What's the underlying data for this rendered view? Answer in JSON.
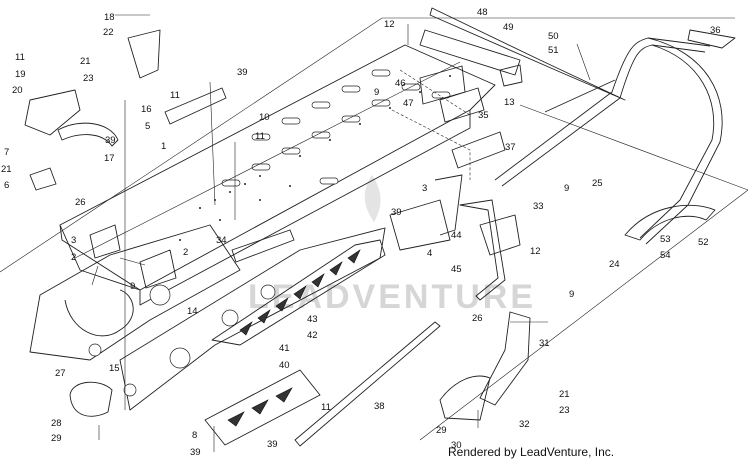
{
  "diagram": {
    "watermark": "LEADVENTURE",
    "credit": "Rendered by LeadVenture, Inc.",
    "callouts": [
      "1",
      "2",
      "2",
      "3",
      "3",
      "4",
      "5",
      "6",
      "7",
      "8",
      "9",
      "9",
      "9",
      "9",
      "10",
      "11",
      "11",
      "11",
      "11",
      "12",
      "12",
      "13",
      "14",
      "15",
      "16",
      "17",
      "18",
      "19",
      "20",
      "21",
      "21",
      "21",
      "22",
      "23",
      "23",
      "24",
      "25",
      "26",
      "26",
      "27",
      "28",
      "29",
      "29",
      "30",
      "31",
      "32",
      "33",
      "34",
      "35",
      "36",
      "37",
      "38",
      "39",
      "39",
      "39",
      "39",
      "39",
      "40",
      "41",
      "42",
      "43",
      "44",
      "45",
      "46",
      "47",
      "48",
      "49",
      "50",
      "51",
      "52",
      "53",
      "54"
    ]
  }
}
